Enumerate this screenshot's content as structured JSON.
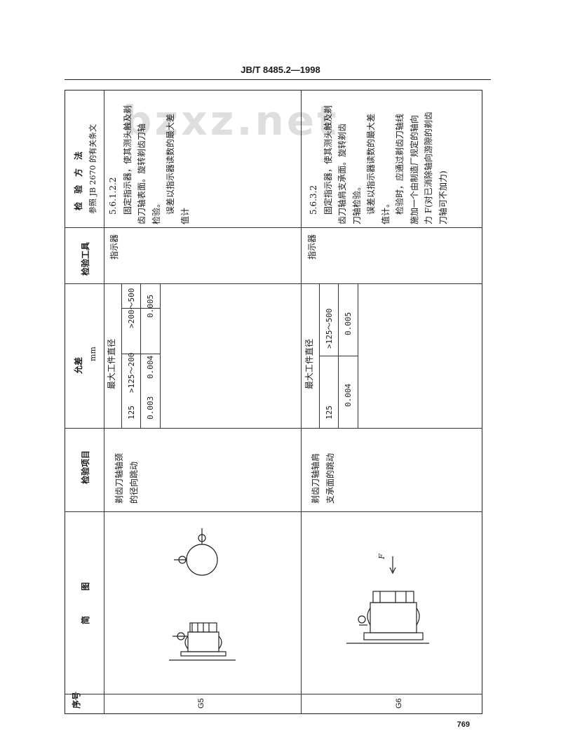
{
  "header": {
    "standard": "JB/T 8485.2—1998"
  },
  "watermark": "bzxz.net",
  "page_number": "769",
  "columns": {
    "seq": "序号",
    "diagram": "简　　　图",
    "item": "检验项目",
    "tolerance_title": "允差",
    "tolerance_unit": "mm",
    "tool": "检验工具",
    "method_title": "检　验　方　法",
    "method_ref": "参照 JB 2670 的有关条文"
  },
  "rows": [
    {
      "seq": "G5",
      "item_lines": [
        "剃齿刀轴轴颈",
        "的径向跳动"
      ],
      "tol_header": "最大工件直径",
      "tol_cols": [
        "125",
        ">125～200",
        ">200～500"
      ],
      "tol_vals": [
        "0.003",
        "0.004",
        "0.005"
      ],
      "tool": "指示器",
      "method_lines": [
        "5.6.1.2.2",
        "固定指示器，使其测头触及剃",
        "齿刀轴表面。旋转剃齿刀轴",
        "检验。",
        "误差以指示器读数的最大差",
        "值计"
      ]
    },
    {
      "seq": "G6",
      "item_lines": [
        "剃齿刀轴轴肩",
        "支承面的跳动"
      ],
      "tol_header": "最大工件直径",
      "tol_cols": [
        "125",
        ">125～500"
      ],
      "tol_vals": [
        "0.004",
        "0.005"
      ],
      "tool": "指示器",
      "figure_label": "F",
      "method_lines": [
        "5.6.3.2",
        "固定指示器，使其测头触及剃",
        "齿刀轴肩支承面。旋转剃齿",
        "刀轴检验。",
        "误差以指示器读数的最大差",
        "值计。",
        "检验时，应通过剃齿刀轴线",
        "施加一个由制造厂规定的轴向",
        "力 F(对已消除轴向游隙的剃齿",
        "刀轴可不加力)"
      ]
    }
  ]
}
